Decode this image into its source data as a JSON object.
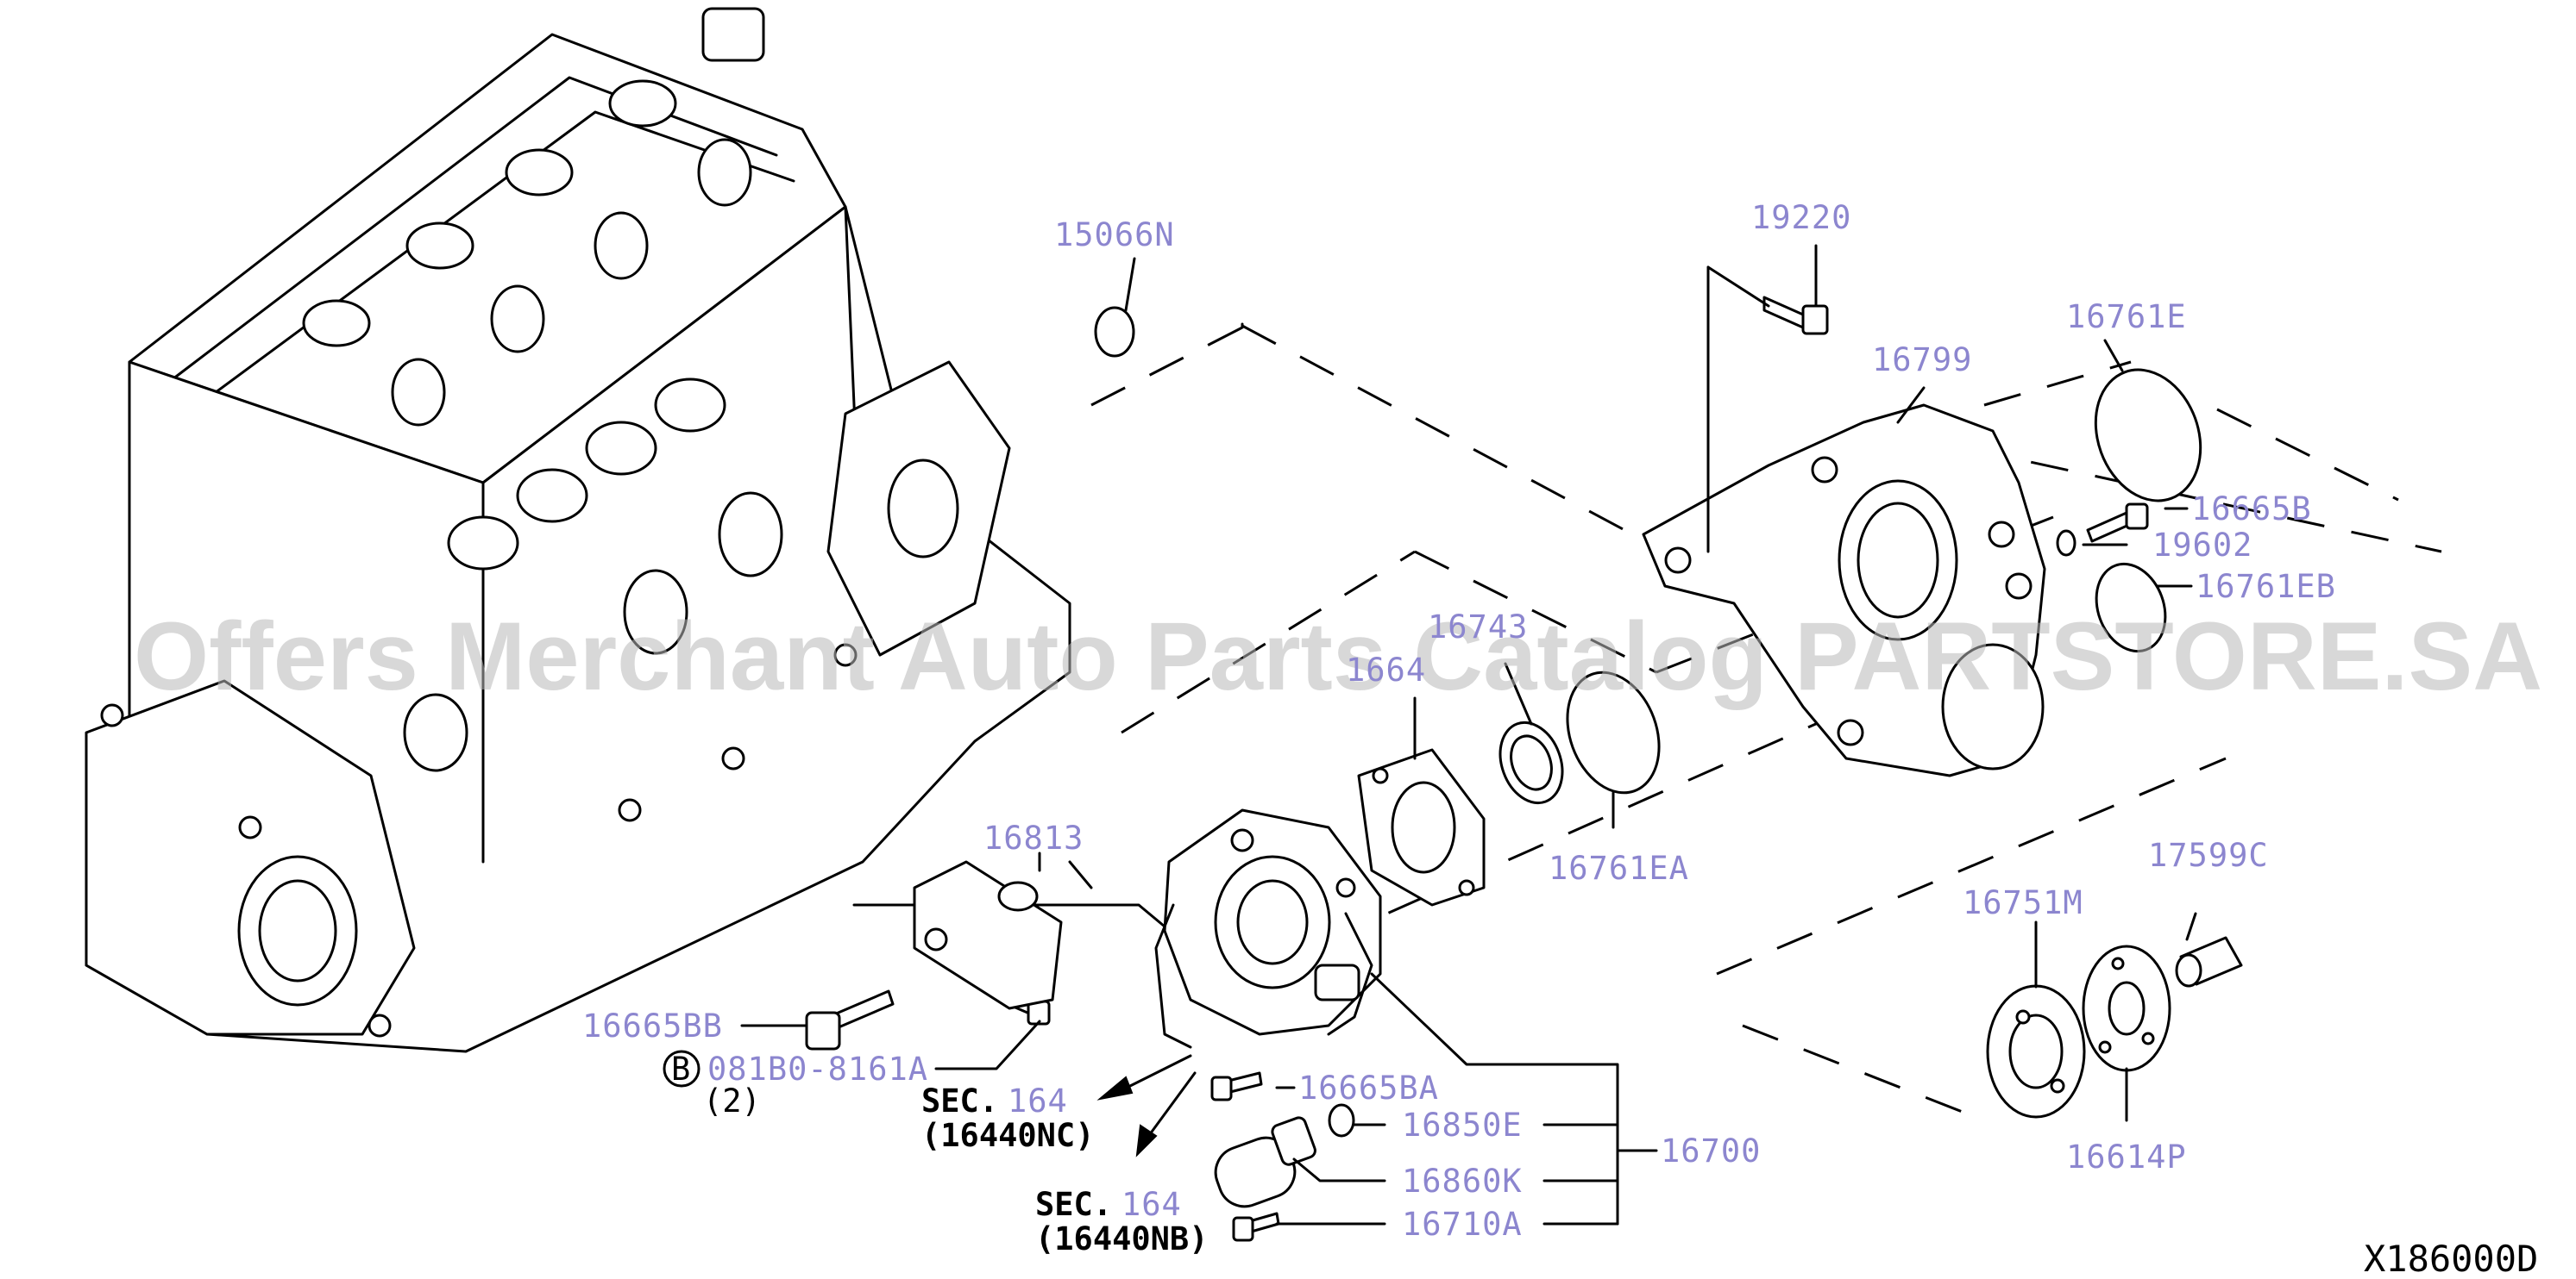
{
  "diagram_code": "X186000D",
  "watermark": "Offers Merchant Auto Parts Catalog PARTSTORE.SA",
  "parts": {
    "p15066N": "15066N",
    "p19220": "19220",
    "p16761E": "16761E",
    "p16799": "16799",
    "p16665B": "16665B",
    "p19602": "19602",
    "p16761EB": "16761EB",
    "p16743": "16743",
    "p1664x": "1664",
    "p16761EA": "16761EA",
    "p16813": "16813",
    "p17599C": "17599C",
    "p16751M": "16751M",
    "p16665BB": "16665BB",
    "p081B0": "081B0-8161A",
    "p16665BA": "16665BA",
    "p16850E": "16850E",
    "p16700": "16700",
    "p16860K": "16860K",
    "p16710A": "16710A",
    "p16614P": "16614P"
  },
  "callouts": {
    "b_marker": "B",
    "qty": "(2)",
    "sec1_label": "SEC.",
    "sec1_num": "164",
    "sec1_ref": "(16440NC)",
    "sec2_label": "SEC.",
    "sec2_num": "164",
    "sec2_ref": "(16440NB)"
  }
}
